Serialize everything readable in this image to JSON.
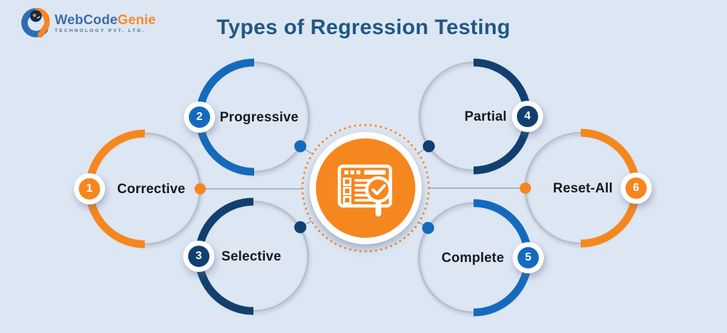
{
  "header": {
    "logo": {
      "brand_primary": "WebCode",
      "brand_secondary": "Genie",
      "tagline": "TECHNOLOGY PVT. LTD."
    },
    "title": "Types of Regression Testing"
  },
  "diagram": {
    "center": {
      "icon": "checklist-magnifier-icon",
      "color": "#F6871F"
    },
    "items": [
      {
        "number": "1",
        "label": "Corrective",
        "color": "#F6871F",
        "position": "left"
      },
      {
        "number": "2",
        "label": "Progressive",
        "color": "#156ABD",
        "position": "top-left"
      },
      {
        "number": "3",
        "label": "Selective",
        "color": "#11406F",
        "position": "bottom-left"
      },
      {
        "number": "4",
        "label": "Partial",
        "color": "#11406F",
        "position": "top-right"
      },
      {
        "number": "5",
        "label": "Complete",
        "color": "#156ABD",
        "position": "bottom-right"
      },
      {
        "number": "6",
        "label": "Reset-All",
        "color": "#F6871F",
        "position": "right"
      }
    ]
  },
  "colors": {
    "background": "#DDE6F3",
    "orange": "#F6871F",
    "blue": "#156ABD",
    "navy": "#11406F",
    "title_blue": "#1F5884",
    "ring_gray": "#B7BFCC",
    "connector_gray": "#98A7B8",
    "label_dark": "#17191E"
  }
}
